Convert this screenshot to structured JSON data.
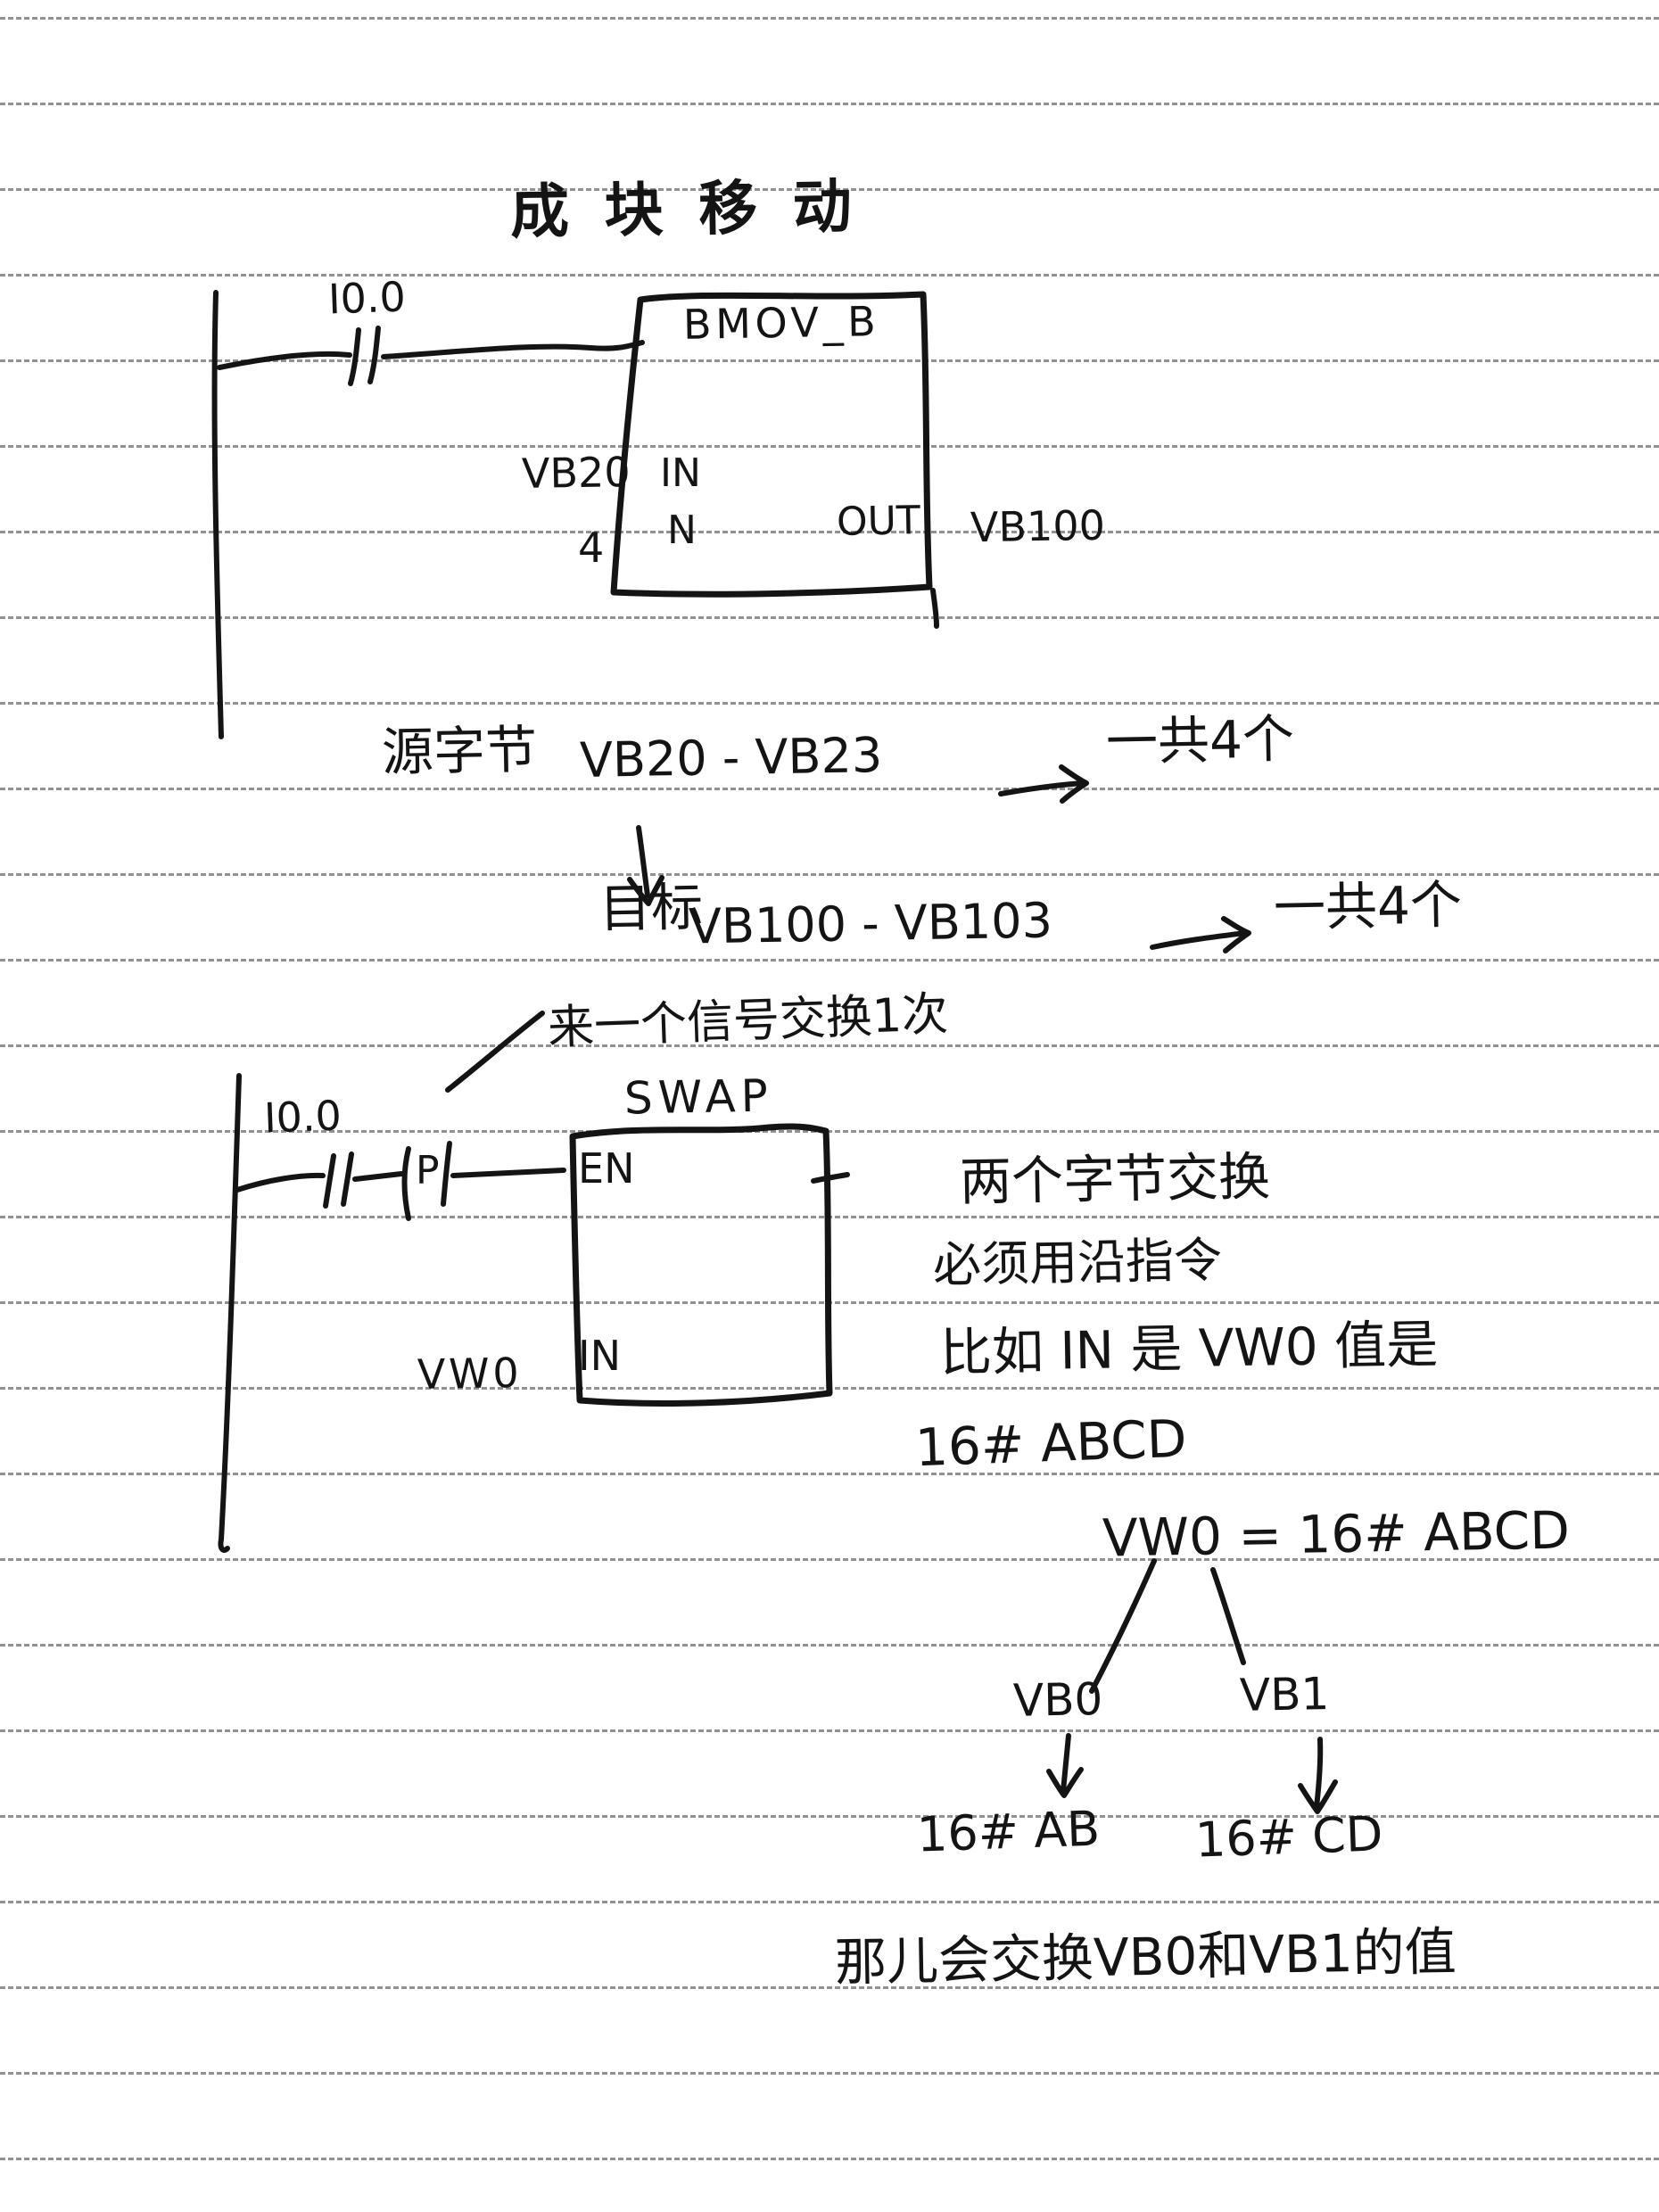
{
  "page": {
    "paper_color": "#ffffff",
    "ink_color": "#141414",
    "rule_color": "#6e6e6e",
    "title": "成块移动"
  },
  "icons": {
    "arrow_right": "→",
    "arrow_down": "↓"
  },
  "network1": {
    "contact_label": "I0.0",
    "box_title": "BMOV_B",
    "in_operand": "VB20",
    "in_pin": "IN",
    "n_pin": "N",
    "n_operand": "4",
    "out_pin": "OUT",
    "out_operand": "VB100"
  },
  "notes_move": {
    "source_label": "源字节",
    "source_range": "VB20 - VB23",
    "source_result": "一共4个",
    "target_label": "目标",
    "target_range": "VB100 - VB103",
    "target_result": "一共4个"
  },
  "network2": {
    "annotation": "来一个信号交换1次",
    "contact_label": "I0.0",
    "edge_contact_letter": "P",
    "box_title": "SWAP",
    "en_pin": "EN",
    "in_pin": "IN",
    "in_operand": "VW0"
  },
  "notes_swap": {
    "line1": "两个字节交换",
    "line2": "必须用沿指令",
    "line3": "比如 IN 是 VW0 值是",
    "line4": "16# ABCD",
    "equation": "VW0 = 16# ABCD",
    "byte_low_label": "VB0",
    "byte_high_label": "VB1",
    "byte_low_value": "16# AB",
    "byte_high_value": "16# CD",
    "conclusion": "那儿会交换VB0和VB1的值"
  }
}
